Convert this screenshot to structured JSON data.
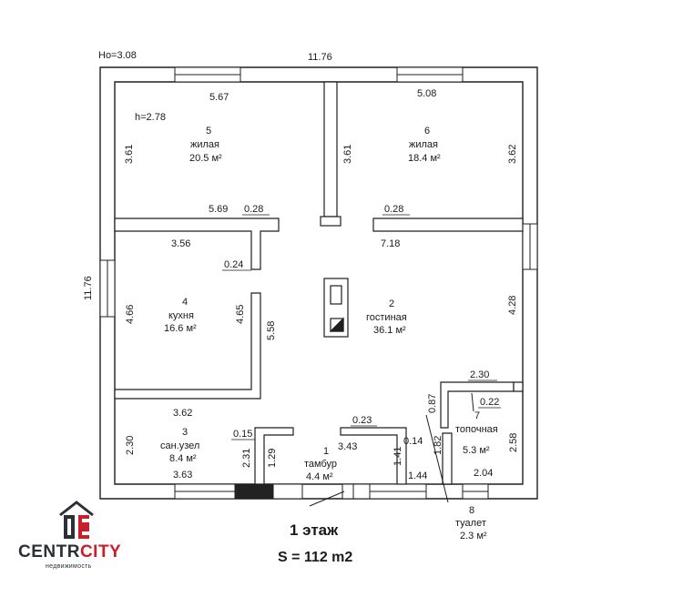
{
  "diagram": {
    "floor_title": "1 этаж",
    "area_text": "S = 112 m2",
    "annotations": {
      "top_level": "Ho=3.08",
      "ceiling_height": "h=2.78",
      "overall_width": "11.76",
      "overall_depth": "11.76"
    },
    "rooms": [
      {
        "number": "1",
        "name": "тамбур",
        "area": "4.4 м²"
      },
      {
        "number": "2",
        "name": "гостиная",
        "area": "36.1 м²"
      },
      {
        "number": "3",
        "name": "сан.узел",
        "area": "8.4 м²"
      },
      {
        "number": "4",
        "name": "кухня",
        "area": "16.6 м²"
      },
      {
        "number": "5",
        "name": "жилая",
        "area": "20.5 м²"
      },
      {
        "number": "6",
        "name": "жилая",
        "area": "18.4 м²"
      },
      {
        "number": "7",
        "name": "топочная",
        "area": "5.3 м²"
      },
      {
        "number": "8",
        "name": "туалет",
        "area": "2.3 м²"
      }
    ],
    "dimensions": {
      "d_567": "5.67",
      "d_508": "5.08",
      "d_361a": "3.61",
      "d_361b": "3.61",
      "d_362": "3.62",
      "d_569": "5.69",
      "d_028a": "0.28",
      "d_028b": "0.28",
      "d_356": "3.56",
      "d_024": "0.24",
      "d_718": "7.18",
      "d_466": "4.66",
      "d_465": "4.65",
      "d_558": "5.58",
      "d_428": "4.28",
      "d_230a": "2.30",
      "d_087": "0.87",
      "d_022": "0.22",
      "d_362b": "3.62",
      "d_258": "2.58",
      "d_015": "0.15",
      "d_023": "0.23",
      "d_343": "3.43",
      "d_014": "0.14",
      "d_230b": "2.30",
      "d_231": "2.31",
      "d_129": "1.29",
      "d_141": "1.41",
      "d_182": "1.82",
      "d_363": "3.63",
      "d_144": "1.44",
      "d_204": "2.04"
    }
  },
  "logo": {
    "brand_part1": "CENTR",
    "brand_part2": "CITY",
    "tagline": "недвижимость",
    "colors": {
      "dark": "#2b2f36",
      "red": "#c8202a"
    }
  }
}
